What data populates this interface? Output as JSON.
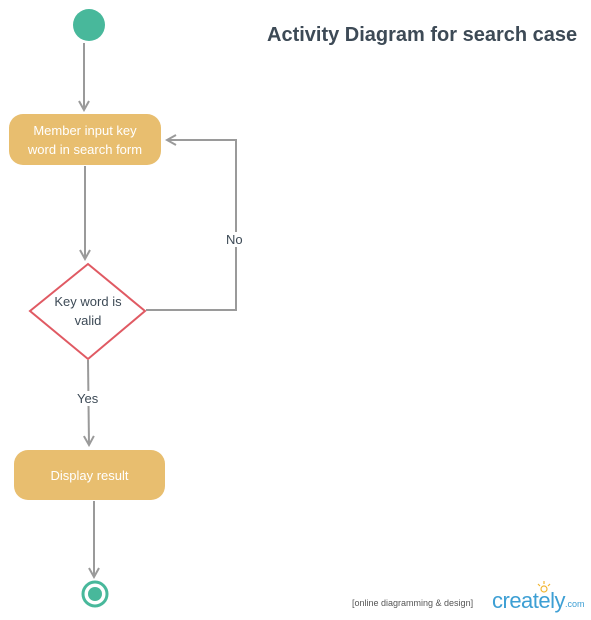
{
  "title": "Activity Diagram for search case",
  "nodes": {
    "input": "Member input key word in search form",
    "decision": "Key word is valid",
    "display": "Display result"
  },
  "edges": {
    "no_label": "No",
    "yes_label": "Yes"
  },
  "colors": {
    "start": "#48b89b",
    "action": "#e8be6f",
    "decision_border": "#e05a63",
    "edge": "#9a9a9a",
    "text": "#3d4a56",
    "brand": "#3d9fd4"
  },
  "footer": {
    "tagline": "[online diagramming & design]",
    "brand": "creately",
    "brand_suffix": ".com"
  }
}
